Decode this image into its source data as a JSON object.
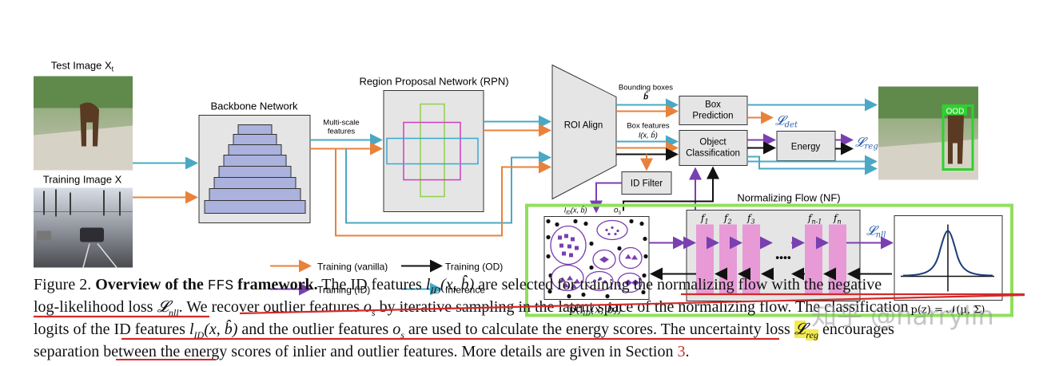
{
  "images": {
    "test_title": "Test Image X",
    "test_sub": "t",
    "train_title": "Training Image X",
    "ood_tag": "OOD"
  },
  "backbone": {
    "title": "Backbone Network"
  },
  "features": {
    "line1": "Multi-scale",
    "line2": "features"
  },
  "rpn": {
    "title": "Region Proposal Network (RPN)"
  },
  "roi": {
    "label": "ROI Align"
  },
  "bbox": {
    "label": "Bounding boxes",
    "sym": "b̂"
  },
  "boxfeat": {
    "label": "Box features",
    "sym": "l(x, b̂)"
  },
  "box_pred": {
    "line1": "Box",
    "line2": "Prediction"
  },
  "obj_cls": {
    "line1": "Object",
    "line2": "Classification"
  },
  "energy": {
    "label": "Energy"
  },
  "losses": {
    "det": "𝓛",
    "det_sub": "det",
    "reg": "𝓛",
    "reg_sub": "reg",
    "nll": "𝓛",
    "nll_sub": "nll"
  },
  "id_filter": {
    "label": "ID Filter"
  },
  "nf": {
    "title": "Normalizing Flow (NF)",
    "lid": "l",
    "lid_sub": "ID",
    "lid_args": "(x, b̂)",
    "os": "o",
    "os_sub": "s",
    "f1": "f",
    "f1_sub": "1",
    "f2": "f",
    "f2_sub": "2",
    "f3": "f",
    "f3_sub": "3",
    "fn1": "f",
    "fn1_sub": "n-1",
    "fn": "f",
    "fn_sub": "n",
    "dots": "••••",
    "px_label": "p(l",
    "px_sub": "ID",
    "px_rest": "(x, b̂))",
    "pz_label": "p(z) = 𝒩(μ, Σ)"
  },
  "legend": {
    "vanilla": "Training (vanilla)",
    "od": "Training (OD)",
    "id": "Training (ID)",
    "inference": "Inference"
  },
  "colors": {
    "orange": "#e8823a",
    "black": "#111111",
    "purple": "#7a3fb0",
    "cyan": "#4aa8c4",
    "green": "#8fe05a",
    "pink": "#e79ad6",
    "rpn_magenta": "#d13cc1",
    "rpn_green": "#8fd24a",
    "rpn_cyan": "#3aa9cf",
    "backbone_fill": "#aab2dd",
    "loss_blue": "#2d5fb0"
  },
  "caption": {
    "l1a": "Figure 2. ",
    "l1b": "Overview of the ",
    "l1c": "FFS",
    "l1d": " framework.",
    "l1e": " The ID features ",
    "l1f": "l",
    "l1g": "ID",
    "l1h": "(x, b̂)",
    "l1i": " are selected for training the normalizing flow with the negative",
    "l2a": "log-likelihood loss ",
    "l2b": "𝓛",
    "l2c": "nll",
    "l2d": ". We recover outlier features ",
    "l2e": "o",
    "l2f": "s",
    "l2g": " by iterative sampling in the latent space of the normalizing flow. The classification",
    "l3a": "logits of the ID features ",
    "l3b": "l",
    "l3c": "ID",
    "l3d": "(x, b̂)",
    "l3e": " and the outlier features ",
    "l3f": "o",
    "l3g": "s",
    "l3h": " are used to calculate the energy scores. The uncertainty loss ",
    "l3i": "𝓛",
    "l3j": "reg",
    "l3k": " encourages",
    "l4a": "separation between the energy scores of inlier and outlier features. More details are given in Section ",
    "l4b": "3",
    "l4c": "."
  },
  "watermark": "知乎 @harrylin"
}
